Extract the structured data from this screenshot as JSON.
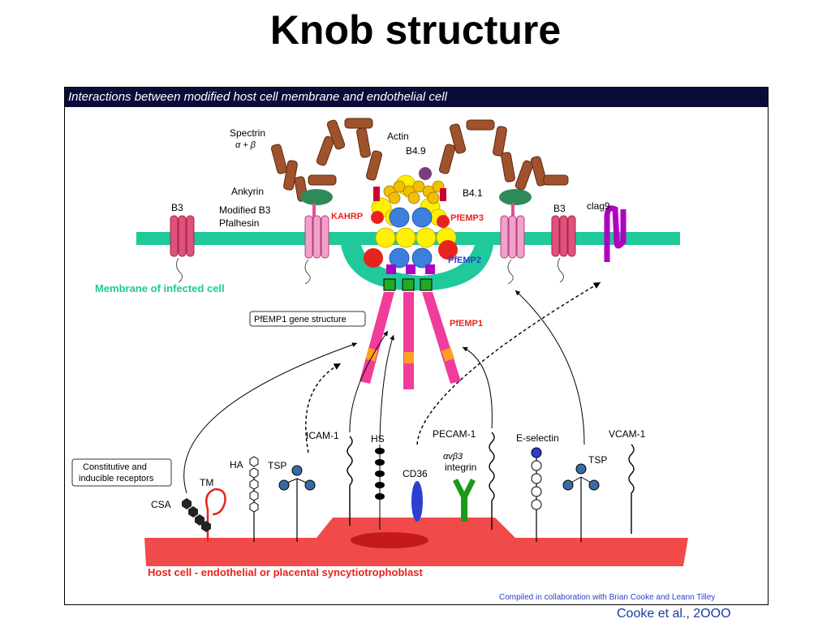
{
  "title": "Knob structure",
  "banner": "Interactions between modified host cell membrane and endothelial cell",
  "labels": {
    "spectrin": "Spectrin",
    "spectrin_sub": "α + β",
    "actin": "Actin",
    "b49": "B4.9",
    "b41": "B4.1",
    "ankyrin": "Ankyrin",
    "b3_left": "B3",
    "b3_right": "B3",
    "modified_b3": "Modified B3",
    "pfalhesin": "Pfalhesin",
    "kahrp": "KAHRP",
    "pfemp3": "PfEMP3",
    "pfemp2": "PfEMP2",
    "pfemp1": "PfEMP1",
    "clag9": "clag9",
    "membrane": "Membrane of infected cell",
    "gene_structure": "PfEMP1 gene structure",
    "receptors_line1": "Constitutive and",
    "receptors_line2": "inducible receptors",
    "tm": "TM",
    "csa": "CSA",
    "ha": "HA",
    "tsp_left": "TSP",
    "icam": "ICAM-1",
    "hs": "HS",
    "cd36": "CD36",
    "integrin_sym": "αvβ3",
    "integrin": "integrin",
    "pecam": "PECAM-1",
    "eselectin": "E-selectin",
    "tsp_right": "TSP",
    "vcam": "VCAM-1",
    "host": "Host cell - endothelial or placental syncytiotrophoblast",
    "compiled": "Compiled in collaboration with Brian Cooke and Leann Tilley"
  },
  "citation": "Cooke et al., 2OOO",
  "colors": {
    "membrane": "#1fc99a",
    "host": "#f04a4a",
    "kahrp": "#e8231c",
    "pfemp2": "#2b3fd0",
    "spectrin": "#a0522d",
    "ankyrin": "#2e8b57",
    "banner": "#0b0b3a",
    "citation": "#1a3aa0"
  }
}
